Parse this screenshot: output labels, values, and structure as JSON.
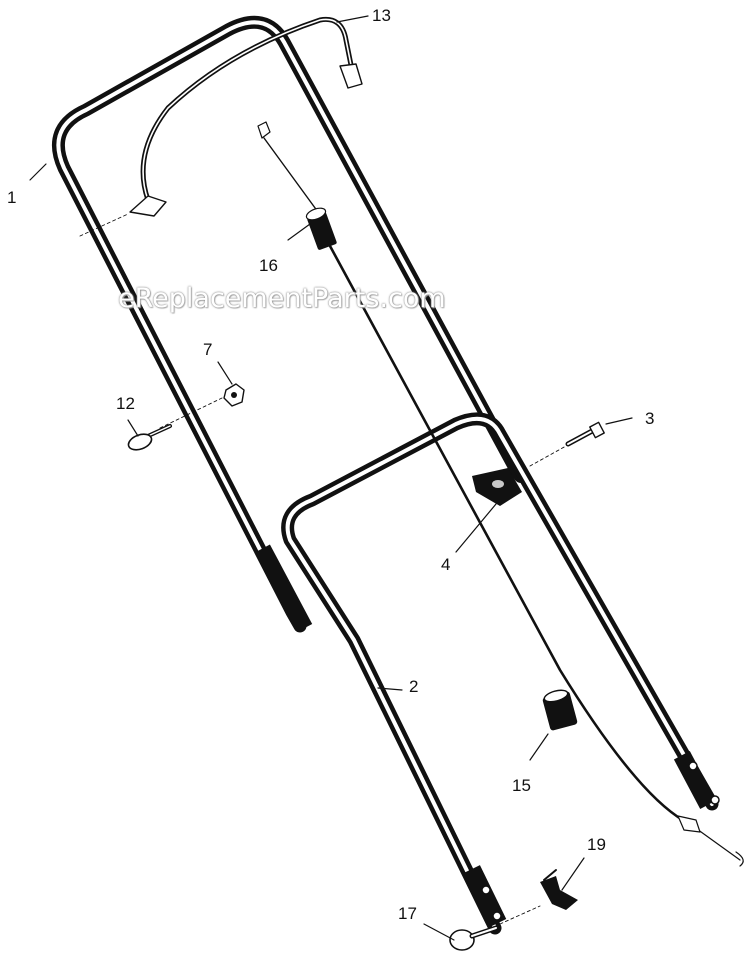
{
  "watermark": "eReplacementParts.com",
  "callouts": [
    {
      "id": "1",
      "text": "1"
    },
    {
      "id": "2",
      "text": "2"
    },
    {
      "id": "3",
      "text": "3"
    },
    {
      "id": "4",
      "text": "4"
    },
    {
      "id": "7",
      "text": "7"
    },
    {
      "id": "12",
      "text": "12"
    },
    {
      "id": "13",
      "text": "13"
    },
    {
      "id": "15",
      "text": "15"
    },
    {
      "id": "16",
      "text": "16"
    },
    {
      "id": "17",
      "text": "17"
    },
    {
      "id": "19",
      "text": "19"
    }
  ],
  "colors": {
    "ink": "#111111",
    "paper": "#ffffff",
    "grey_fill": "#c8c8c8"
  }
}
